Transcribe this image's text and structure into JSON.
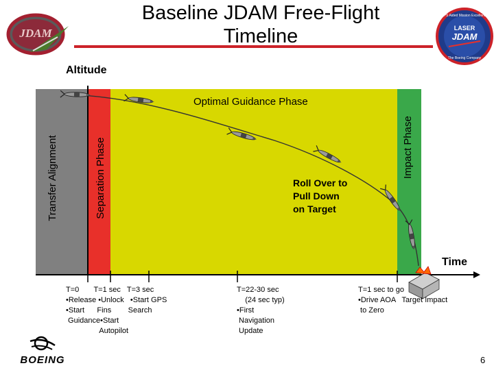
{
  "slide": {
    "title": "Baseline JDAM Free-Flight Timeline",
    "page_number": "6",
    "altitude_label": "Altitude",
    "time_label": "Time"
  },
  "phases": {
    "transfer": "Transfer Alignment",
    "separation": "Separation Phase",
    "optimal": "Optimal Guidance Phase",
    "impact": "Impact Phase"
  },
  "annotation": {
    "roll_over": "Roll Over to\nPull Down\non Target"
  },
  "notes": {
    "n1": "T=0       T=1 sec   T=3 sec\n•Release •Unlock   •Start GPS\n•Start      Fins        Search\n Guidance•Start\n                Autopilot",
    "n2": "T=22-30 sec\n    (24 sec typ)\n•First\n Navigation\n Update",
    "n3": "T=1 sec to go\n•Drive AOA   Target Impact\n to Zero"
  },
  "logos": {
    "left": "JDAM",
    "right_top": "GPS Aided Mission Excellence",
    "right_mid": "LASER",
    "right_main": "JDAM",
    "right_bottom": "The Boeing Company",
    "boeing": "BOEING"
  },
  "colors": {
    "transfer": "#808080",
    "separation": "#e8302a",
    "optimal": "#d8d800",
    "impact": "#3aa84a",
    "title_rule": "#cc2229"
  }
}
